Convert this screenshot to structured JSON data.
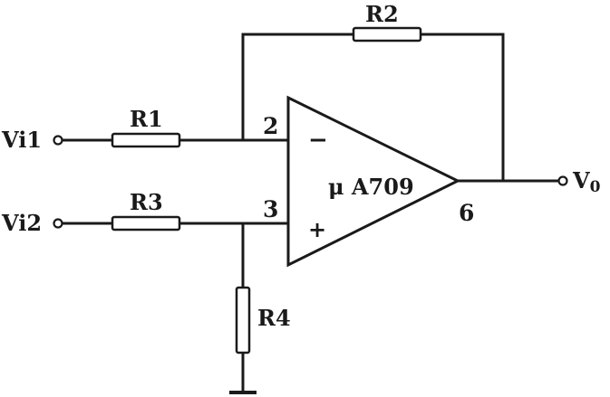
{
  "labels": {
    "r1": "R1",
    "r2": "R2",
    "r3": "R3",
    "r4": "R4",
    "vi1": "Vi1",
    "vi2": "Vi2",
    "vo": "V",
    "vo_sub": "0",
    "opamp": "μ A709",
    "pin_inv": "2",
    "pin_noninv": "3",
    "pin_out": "6",
    "minus": "−",
    "plus": "+"
  }
}
